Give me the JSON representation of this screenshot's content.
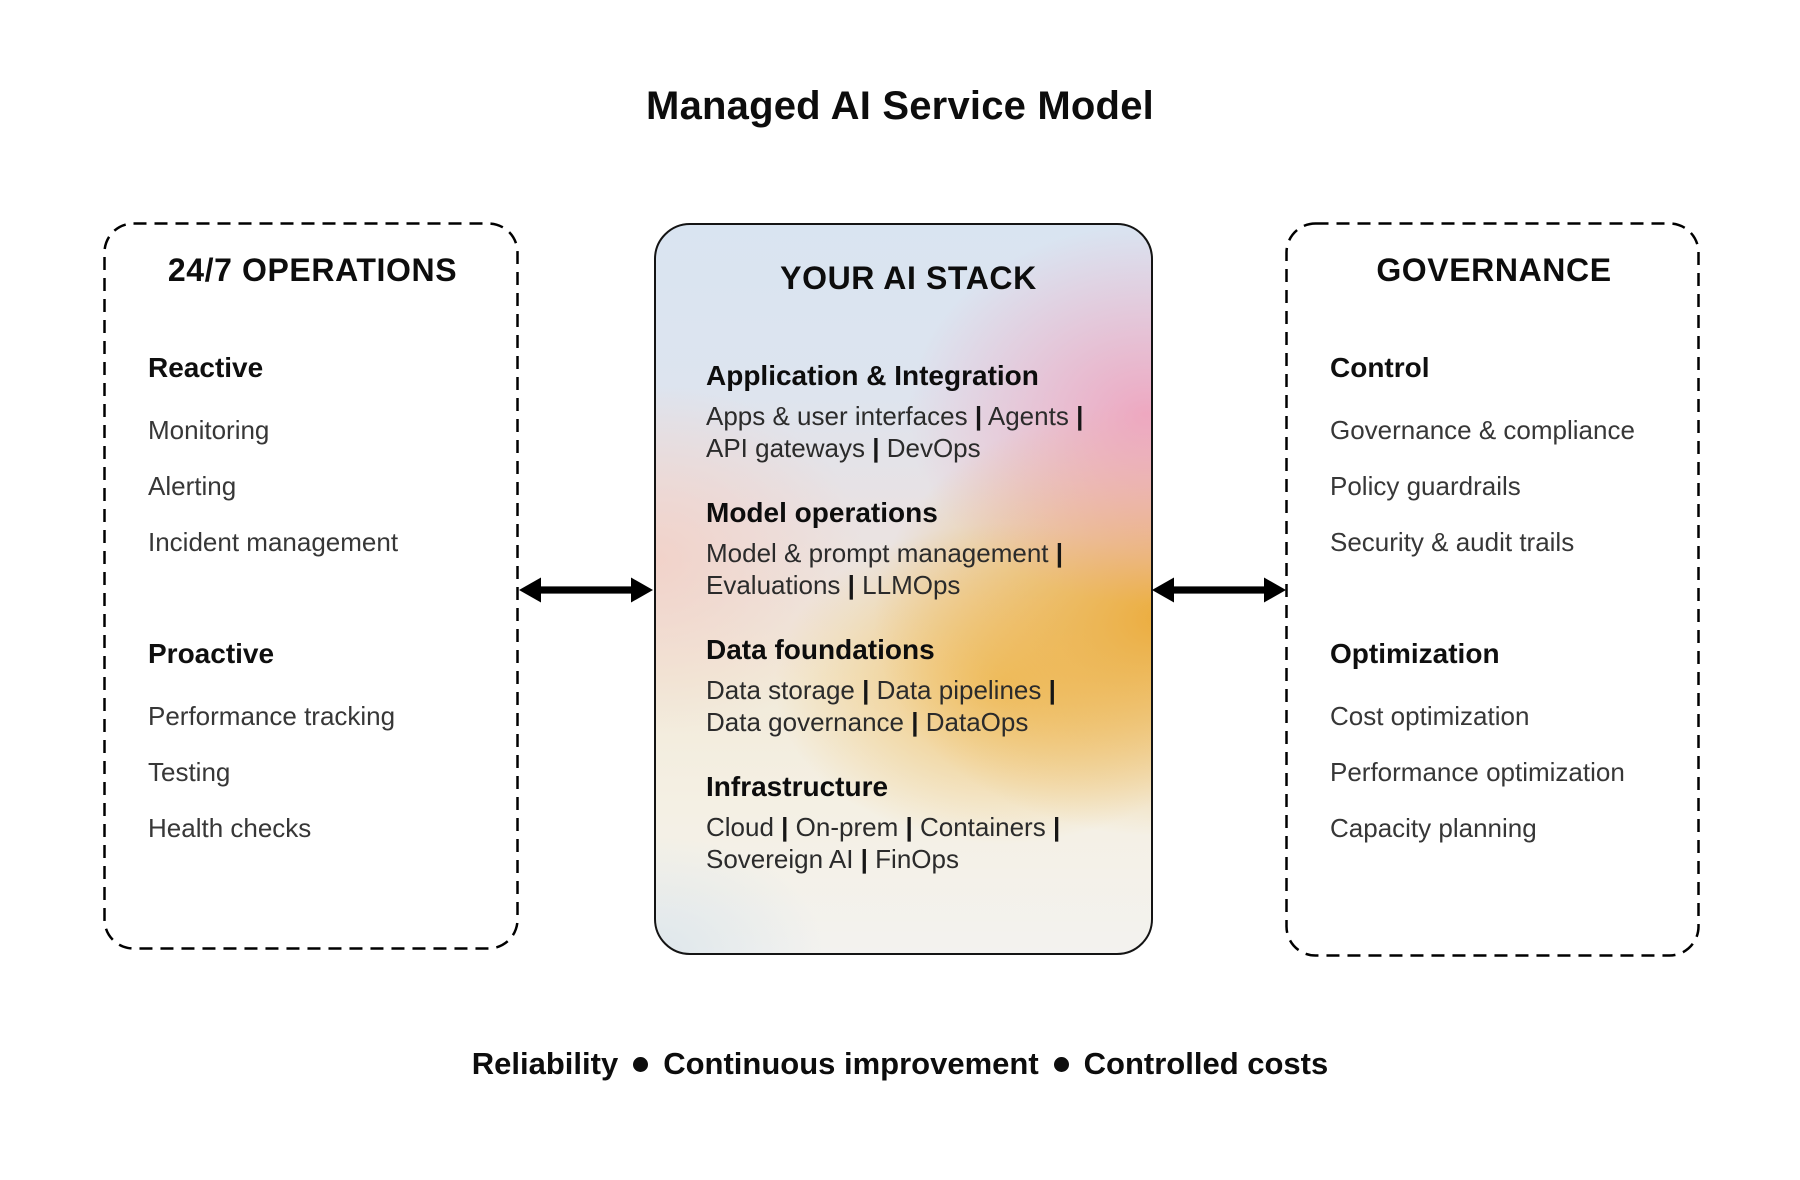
{
  "title": "Managed AI Service Model",
  "panels": {
    "operations": {
      "title": "24/7 OPERATIONS",
      "sections": [
        {
          "heading": "Reactive",
          "items": [
            "Monitoring",
            "Alerting",
            "Incident management"
          ]
        },
        {
          "heading": "Proactive",
          "items": [
            "Performance tracking",
            "Testing",
            "Health checks"
          ]
        }
      ]
    },
    "stack": {
      "title": "YOUR AI STACK",
      "sections": [
        {
          "heading": "Application & Integration",
          "body": "Apps & user interfaces | Agents | API gateways | DevOps"
        },
        {
          "heading": "Model operations",
          "body": "Model & prompt management | Evaluations | LLMOps"
        },
        {
          "heading": "Data foundations",
          "body": "Data storage | Data pipelines | Data governance | DataOps"
        },
        {
          "heading": "Infrastructure",
          "body": "Cloud | On-prem | Containers | Sovereign AI | FinOps"
        }
      ],
      "gradient_colors": {
        "top_blue": "#d9e4f1",
        "pink": "#f09eba",
        "salmon": "#f3cec4",
        "orange": "#ebaa37",
        "bottom": "#f3f2ef"
      }
    },
    "governance": {
      "title": "GOVERNANCE",
      "sections": [
        {
          "heading": "Control",
          "items": [
            "Governance & compliance",
            "Policy guardrails",
            "Security & audit trails"
          ]
        },
        {
          "heading": "Optimization",
          "items": [
            "Cost optimization",
            "Performance optimization",
            "Capacity planning"
          ]
        }
      ]
    }
  },
  "footer": {
    "items": [
      "Reliability",
      "Continuous improvement",
      "Controlled costs"
    ]
  }
}
